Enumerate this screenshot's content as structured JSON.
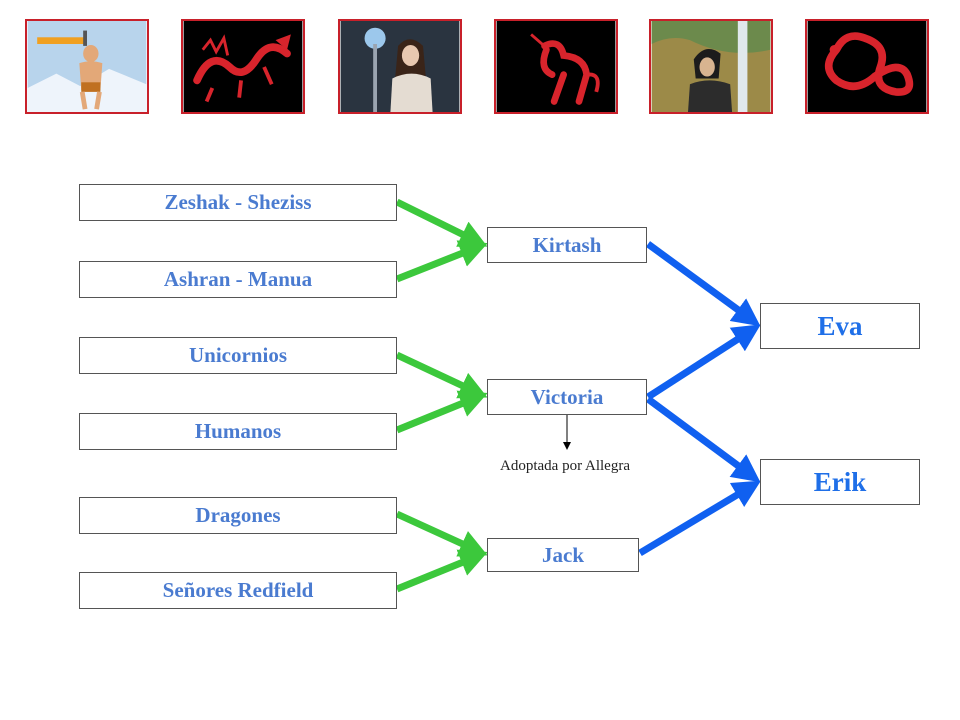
{
  "thumbnails": [
    {
      "icon": "boy-with-sword-icon"
    },
    {
      "icon": "red-dragon-icon"
    },
    {
      "icon": "girl-with-staff-icon"
    },
    {
      "icon": "red-unicorn-icon"
    },
    {
      "icon": "man-with-sword-icon"
    },
    {
      "icon": "red-serpent-icon"
    }
  ],
  "diagram": {
    "sources": [
      {
        "label": "Zeshak - Sheziss"
      },
      {
        "label": "Ashran - Manua"
      },
      {
        "label": "Unicornios"
      },
      {
        "label": "Humanos"
      },
      {
        "label": "Dragones"
      },
      {
        "label": "Señores Redfield"
      }
    ],
    "middle": [
      {
        "label": "Kirtash"
      },
      {
        "label": "Victoria"
      },
      {
        "label": "Jack"
      }
    ],
    "results": [
      {
        "label": "Eva"
      },
      {
        "label": "Erik"
      }
    ],
    "note": "Adoptada por Allegra",
    "edges": [
      {
        "from": "Zeshak - Sheziss",
        "to": "Kirtash"
      },
      {
        "from": "Ashran - Manua",
        "to": "Kirtash"
      },
      {
        "from": "Unicornios",
        "to": "Victoria"
      },
      {
        "from": "Humanos",
        "to": "Victoria"
      },
      {
        "from": "Dragones",
        "to": "Jack"
      },
      {
        "from": "Señores Redfield",
        "to": "Jack"
      },
      {
        "from": "Kirtash",
        "to": "Eva"
      },
      {
        "from": "Victoria",
        "to": "Eva"
      },
      {
        "from": "Victoria",
        "to": "Erik"
      },
      {
        "from": "Jack",
        "to": "Erik"
      },
      {
        "from": "Victoria",
        "to": "Adoptada por Allegra"
      }
    ],
    "colors": {
      "parent_arrow": "#3cc83c",
      "child_arrow": "#1060f0",
      "thumbnail_border": "#c8202a",
      "label_text": "#4a7bd0"
    }
  }
}
